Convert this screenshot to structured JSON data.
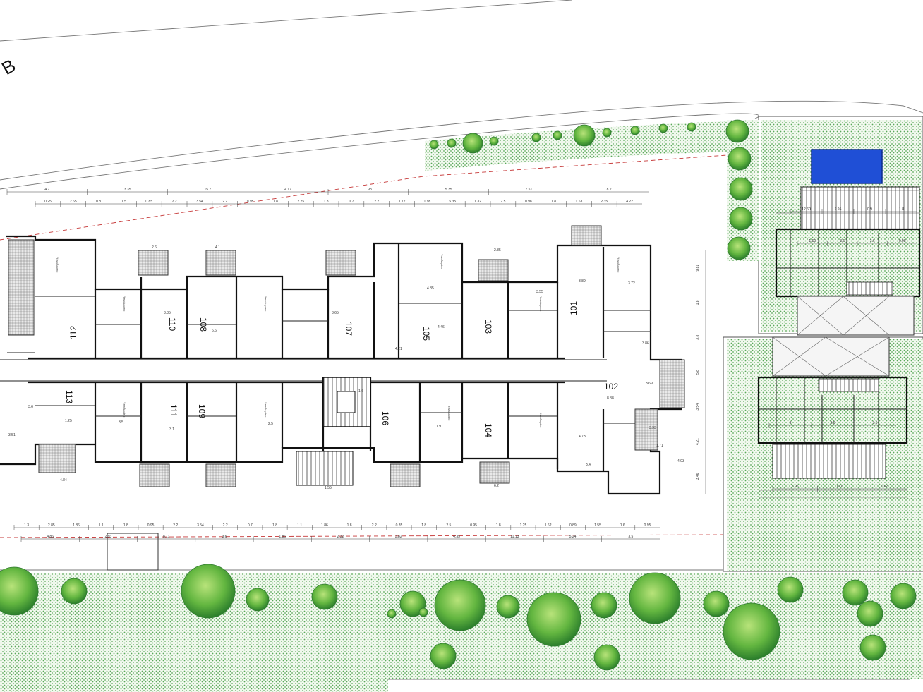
{
  "street_label": "B",
  "units": [
    {
      "number": "101"
    },
    {
      "number": "102"
    },
    {
      "number": "103"
    },
    {
      "number": "104"
    },
    {
      "number": "105"
    },
    {
      "number": "106"
    },
    {
      "number": "107"
    },
    {
      "number": "108"
    },
    {
      "number": "109"
    },
    {
      "number": "110"
    },
    {
      "number": "111"
    },
    {
      "number": "112"
    },
    {
      "number": "113"
    }
  ],
  "top_dimensions_row1": [
    "4.7",
    "3.35",
    "15.7",
    "4.17",
    "1.98",
    "5.35",
    "7.51",
    "8.2"
  ],
  "top_dimensions_row2": [
    "0.25",
    "2.65",
    "0.8",
    "1.5",
    "0.85",
    "2.2",
    "3.54",
    "2.2",
    "0.95",
    "1.8",
    "2.25",
    "1.8",
    "0.7",
    "2.2",
    "1.72",
    "1.98",
    "5.35",
    "1.32",
    "2.5",
    "0.98",
    "1.8",
    "1.63",
    "2.35",
    "4.22"
  ],
  "bottom_dimensions_row1": [
    "1.3",
    "2.85",
    "1.86",
    "1.1",
    "1.8",
    "0.95",
    "2.2",
    "3.54",
    "2.2",
    "0.7",
    "1.8",
    "1.1",
    "1.86",
    "1.8",
    "2.2",
    "0.85",
    "1.8",
    "2.5",
    "0.95",
    "1.8",
    "1.25",
    "1.62",
    "0.89",
    "1.55",
    "1.6",
    "0.95"
  ],
  "bottom_dimensions_row2": [
    "4.86",
    "2.93",
    "8.11",
    "3.6",
    "1.86",
    "2.32",
    "3.82",
    "4.35",
    "11.13",
    "5.24",
    "3.5"
  ],
  "side_dimensions_right": [
    "9.81",
    "1.8",
    "3.8",
    "5.8",
    "3.54",
    "4.21",
    "3.46"
  ],
  "room_dimensions": [
    "3.5",
    "3.85",
    "6.6",
    "3.65",
    "4.85",
    "4.46",
    "3.86",
    "3.89",
    "3.72",
    "3.69",
    "8.38",
    "2.6",
    "2.85",
    "3.55",
    "4.1",
    "3.6",
    "1.25",
    "4.84",
    "3.51",
    "4.21",
    "1.6",
    "1.55",
    "4.73",
    "3.4",
    "4.03",
    "1.71",
    "3.33",
    "3.1",
    "6.2",
    "2.5",
    "1.9"
  ],
  "villa_top_dimensions": [
    "12.60",
    "2.95",
    "0.9",
    "1.8"
  ],
  "villa_room_dimensions": [
    "1.60",
    "3.6",
    "3.6",
    "0.98"
  ],
  "villa_bottom_dimensions": [
    "5.95",
    "12.6",
    "1.62"
  ],
  "villa_lower_room_dimensions": [
    "3",
    "3.6",
    "3.6"
  ],
  "room_type_label": "Υπνοδωμάτιο",
  "colors": {
    "walls": "#111111",
    "hatch_green": "#3b8f3b",
    "landscape_bg": "#eef7ea",
    "pool_blue": "#1f4fd6",
    "tree_light": "#9bd15f",
    "tree_dark": "#2f8a2f",
    "property_line": "#c63838"
  }
}
